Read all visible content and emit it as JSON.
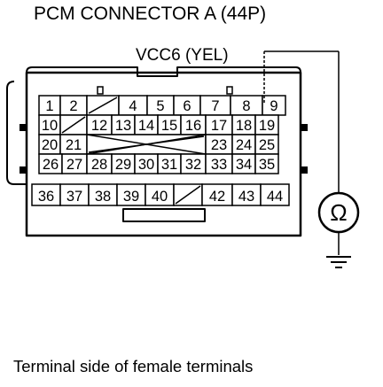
{
  "title": "PCM CONNECTOR A (44P)",
  "wire_label": "VCC6 (YEL)",
  "footer": "Terminal side of female terminals",
  "meter_symbol": "Ω",
  "connector": {
    "rows": [
      [
        "1",
        "2",
        "",
        "4",
        "5",
        "6",
        "7",
        "8",
        "9"
      ],
      [
        "10",
        "",
        "12",
        "13",
        "14",
        "15",
        "16",
        "17",
        "18",
        "19"
      ],
      [
        "20",
        "21",
        "",
        "23",
        "24",
        "25"
      ],
      [
        "26",
        "27",
        "28",
        "29",
        "30",
        "31",
        "32",
        "33",
        "34",
        "35"
      ],
      [
        "36",
        "37",
        "38",
        "39",
        "40",
        "",
        "42",
        "43",
        "44"
      ]
    ],
    "probed_terminal": "9"
  }
}
